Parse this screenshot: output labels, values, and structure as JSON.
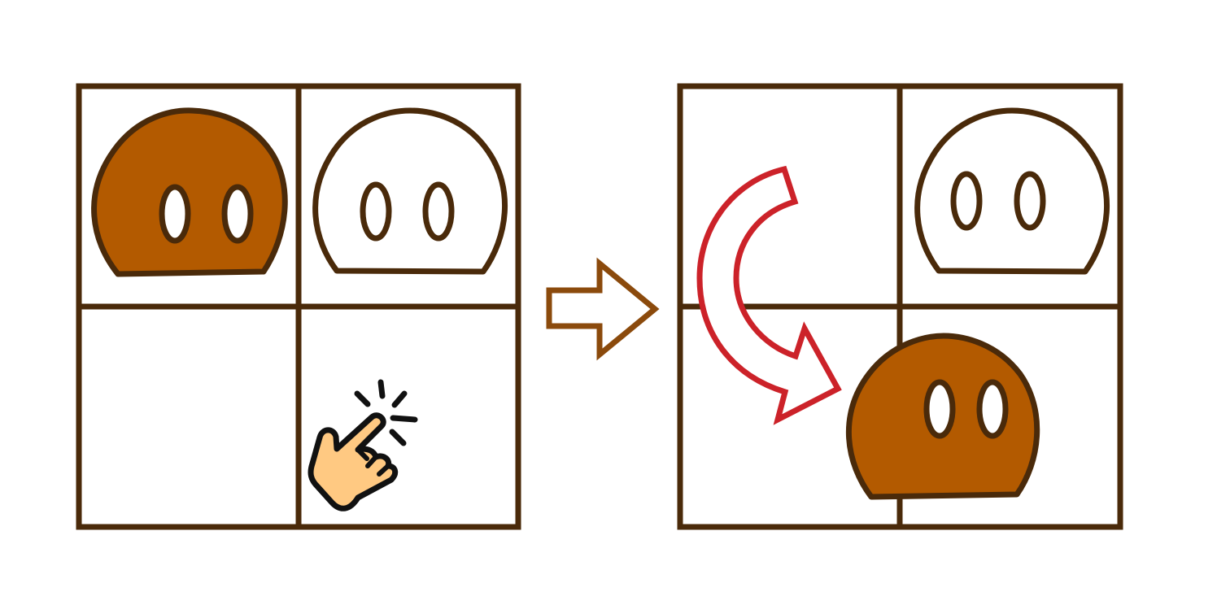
{
  "colors": {
    "background": "#ffffff",
    "grid_line": "#4a2a0a",
    "blob_outline": "#4a2a0a",
    "blob_filled": "#b35a00",
    "blob_empty": "#ffffff",
    "eye_fill": "#ffffff",
    "transition_arrow_stroke": "#8b4a0c",
    "move_arrow_stroke": "#cc2229",
    "hand_fill": "#ffc982",
    "hand_outline": "#111111"
  },
  "panels": [
    {
      "id": "before",
      "grid": {
        "rows": 2,
        "cols": 2
      },
      "cells": [
        {
          "row": 0,
          "col": 0,
          "blob": "filled"
        },
        {
          "row": 0,
          "col": 1,
          "blob": "outline"
        },
        {
          "row": 1,
          "col": 0,
          "blob": "none"
        },
        {
          "row": 1,
          "col": 1,
          "blob": "none",
          "tap_target": true
        }
      ],
      "icons": [
        "tap-hand-icon"
      ]
    },
    {
      "id": "after",
      "grid": {
        "rows": 2,
        "cols": 2
      },
      "cells": [
        {
          "row": 0,
          "col": 0,
          "blob": "none"
        },
        {
          "row": 0,
          "col": 1,
          "blob": "outline"
        },
        {
          "row": 1,
          "col": 0,
          "blob": "none"
        },
        {
          "row": 1,
          "col": 1,
          "blob": "filled"
        }
      ],
      "icons": [
        "curved-move-arrow-icon"
      ]
    }
  ],
  "transition_icon": "right-arrow-icon"
}
